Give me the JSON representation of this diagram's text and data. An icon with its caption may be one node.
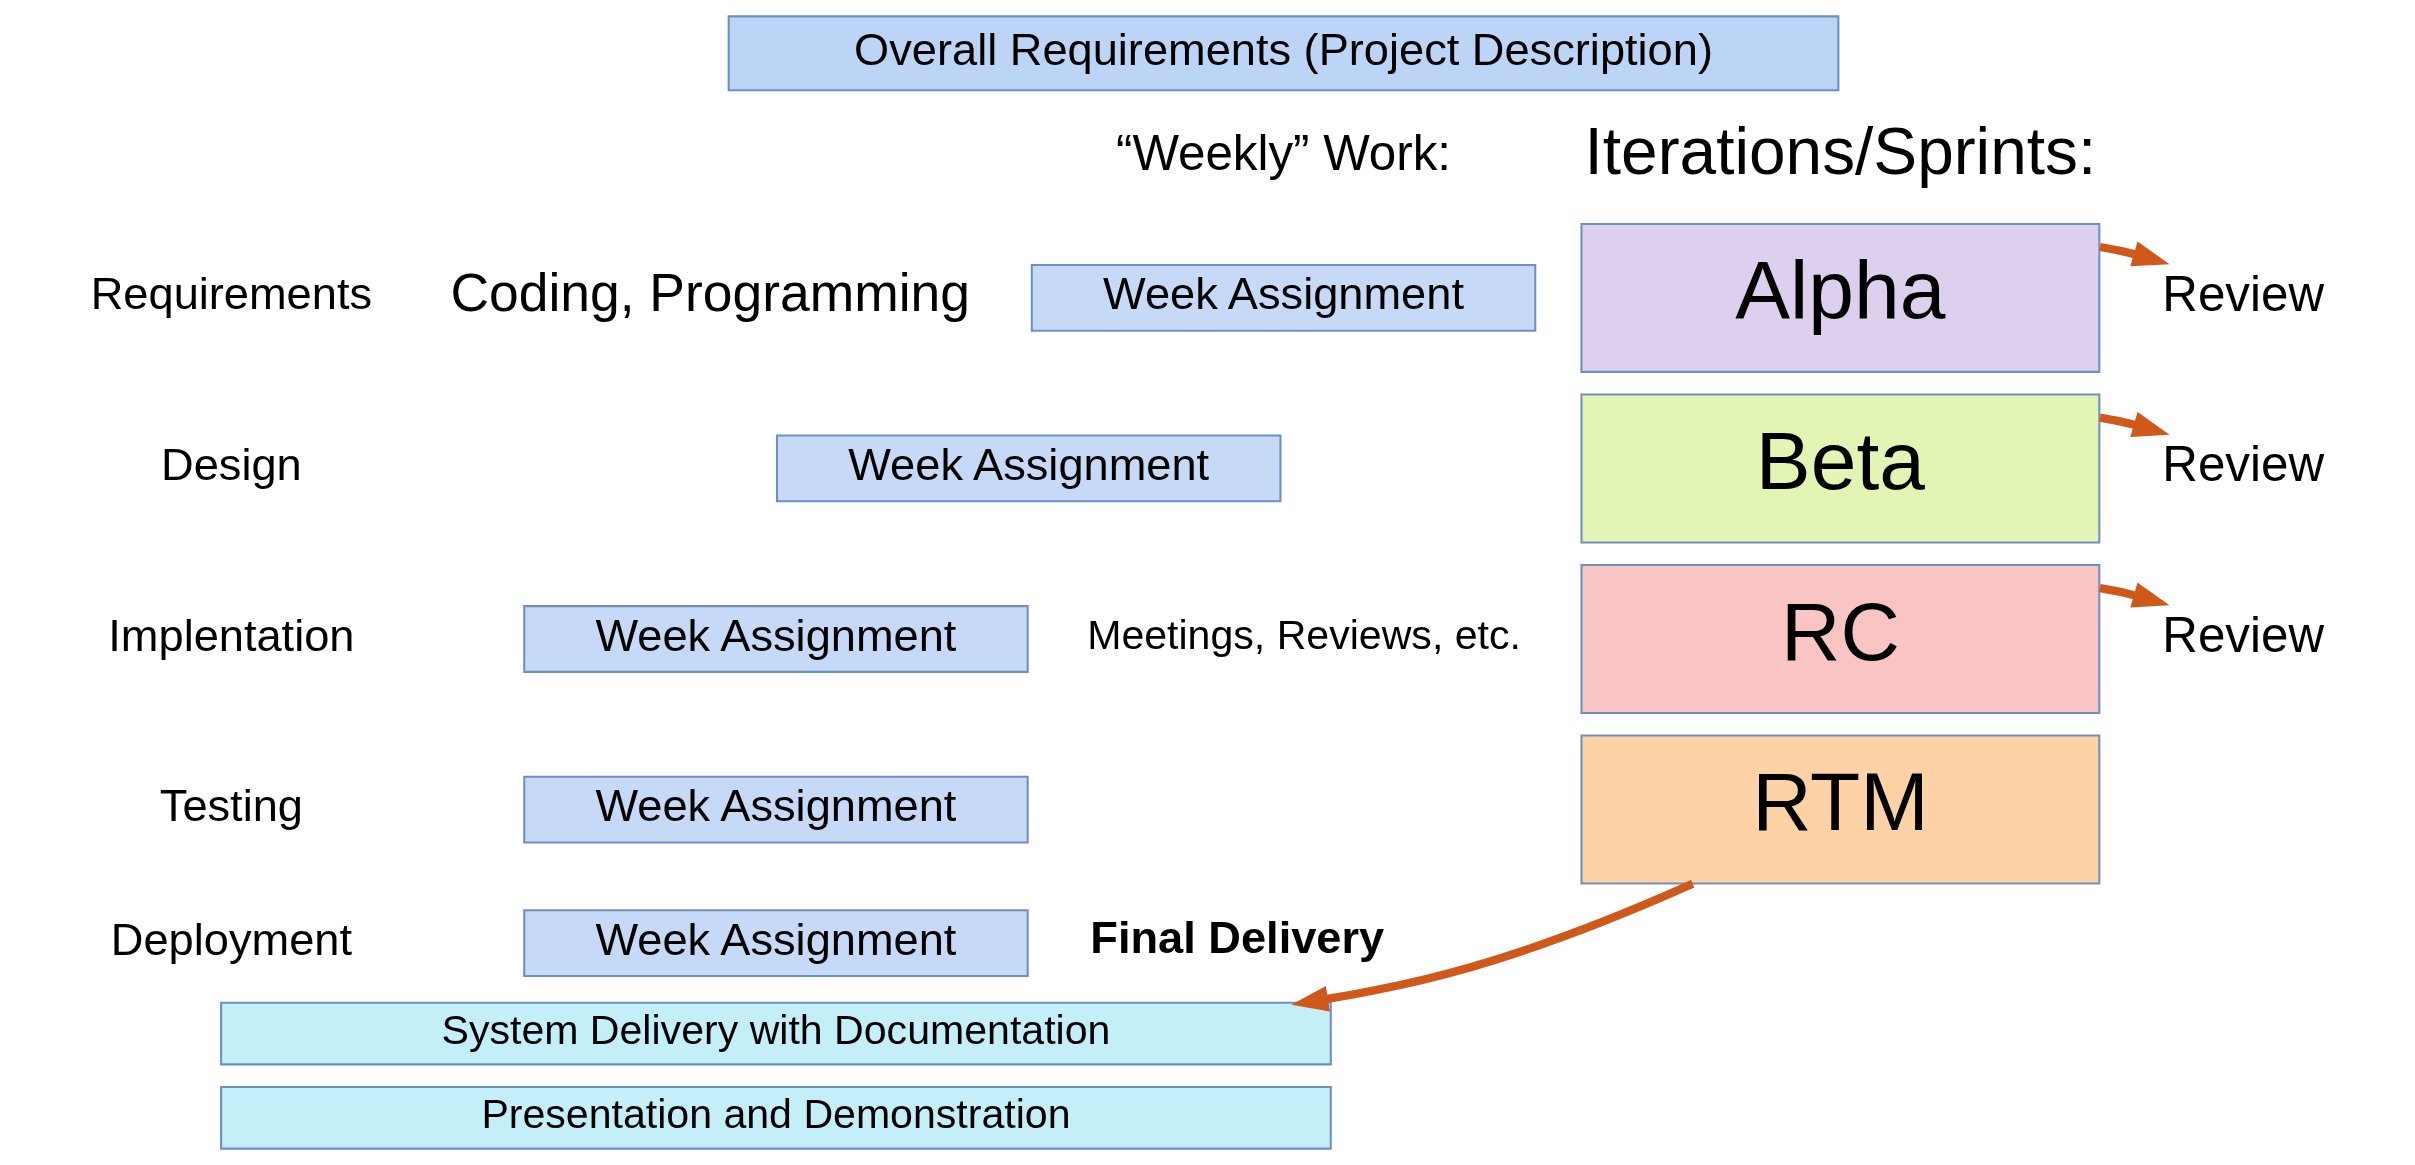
{
  "diagram": {
    "nodes": [
      {
        "text": [
          "Overall Requirements (Project Description)"
        ]
      },
      {
        "text": [
          "Week Assignment"
        ]
      },
      {
        "text": [
          "Week Assignment"
        ]
      },
      {
        "text": [
          "Week Assignment"
        ]
      },
      {
        "text": [
          "Alpha"
        ]
      },
      {
        "text": [
          "Review"
        ]
      },
      {
        "text": [
          "Beta"
        ]
      },
      {
        "text": [
          "Review"
        ]
      },
      {
        "text": [
          "RC"
        ]
      },
      {
        "text": [
          "Review"
        ]
      },
      {
        "text": [
          "Week Assignment"
        ]
      },
      {
        "text": [
          "Week Assignment"
        ]
      },
      {
        "text": [
          "RTM"
        ]
      },
      {
        "text": [
          "System Delivery with Documentation"
        ]
      },
      {
        "text": [
          "Presentation and Demonstration"
        ]
      }
    ],
    "edges": [
      {
        "from": 4,
        "to": 5,
        "arrow": "to"
      },
      {
        "from": 6,
        "to": 7,
        "arrow": "to"
      },
      {
        "from": 8,
        "to": 9,
        "arrow": "to"
      },
      {
        "from": 12,
        "to": 13,
        "arrow": "to"
      }
    ],
    "labels": [
      "“Weekly” Work:",
      "Iterations/Sprints:",
      "Requirements",
      "Design",
      "Implentation",
      "Testing",
      "Deployment",
      "Coding, Programming",
      "Meetings, Reviews, etc.",
      "Final Delivery"
    ]
  }
}
